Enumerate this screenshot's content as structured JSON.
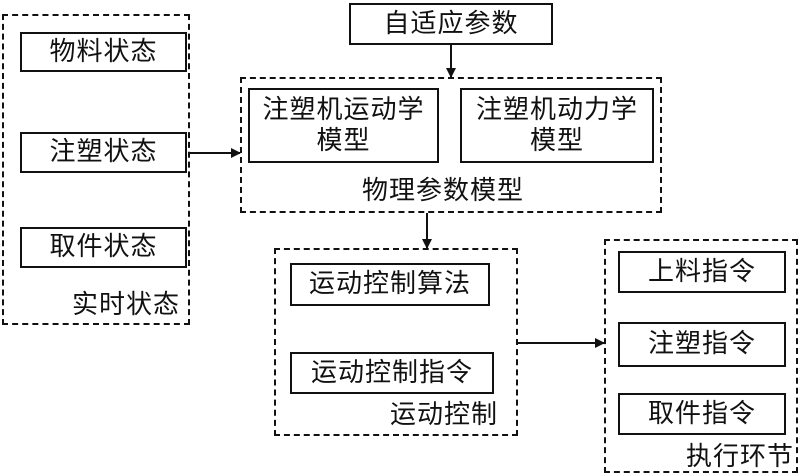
{
  "diagram": {
    "top_input": "自适应参数",
    "realtime_group": {
      "caption": "实时状态",
      "items": [
        "物料状态",
        "注塑状态",
        "取件状态"
      ]
    },
    "physical_group": {
      "caption": "物理参数模型",
      "models": [
        "注塑机运动学\n模型",
        "注塑机动力学\n模型"
      ]
    },
    "motion_group": {
      "caption": "运动控制",
      "items": [
        "运动控制算法",
        "运动控制指令"
      ]
    },
    "execution_group": {
      "caption": "执行环节",
      "items": [
        "上料指令",
        "注塑指令",
        "取件指令"
      ]
    }
  }
}
